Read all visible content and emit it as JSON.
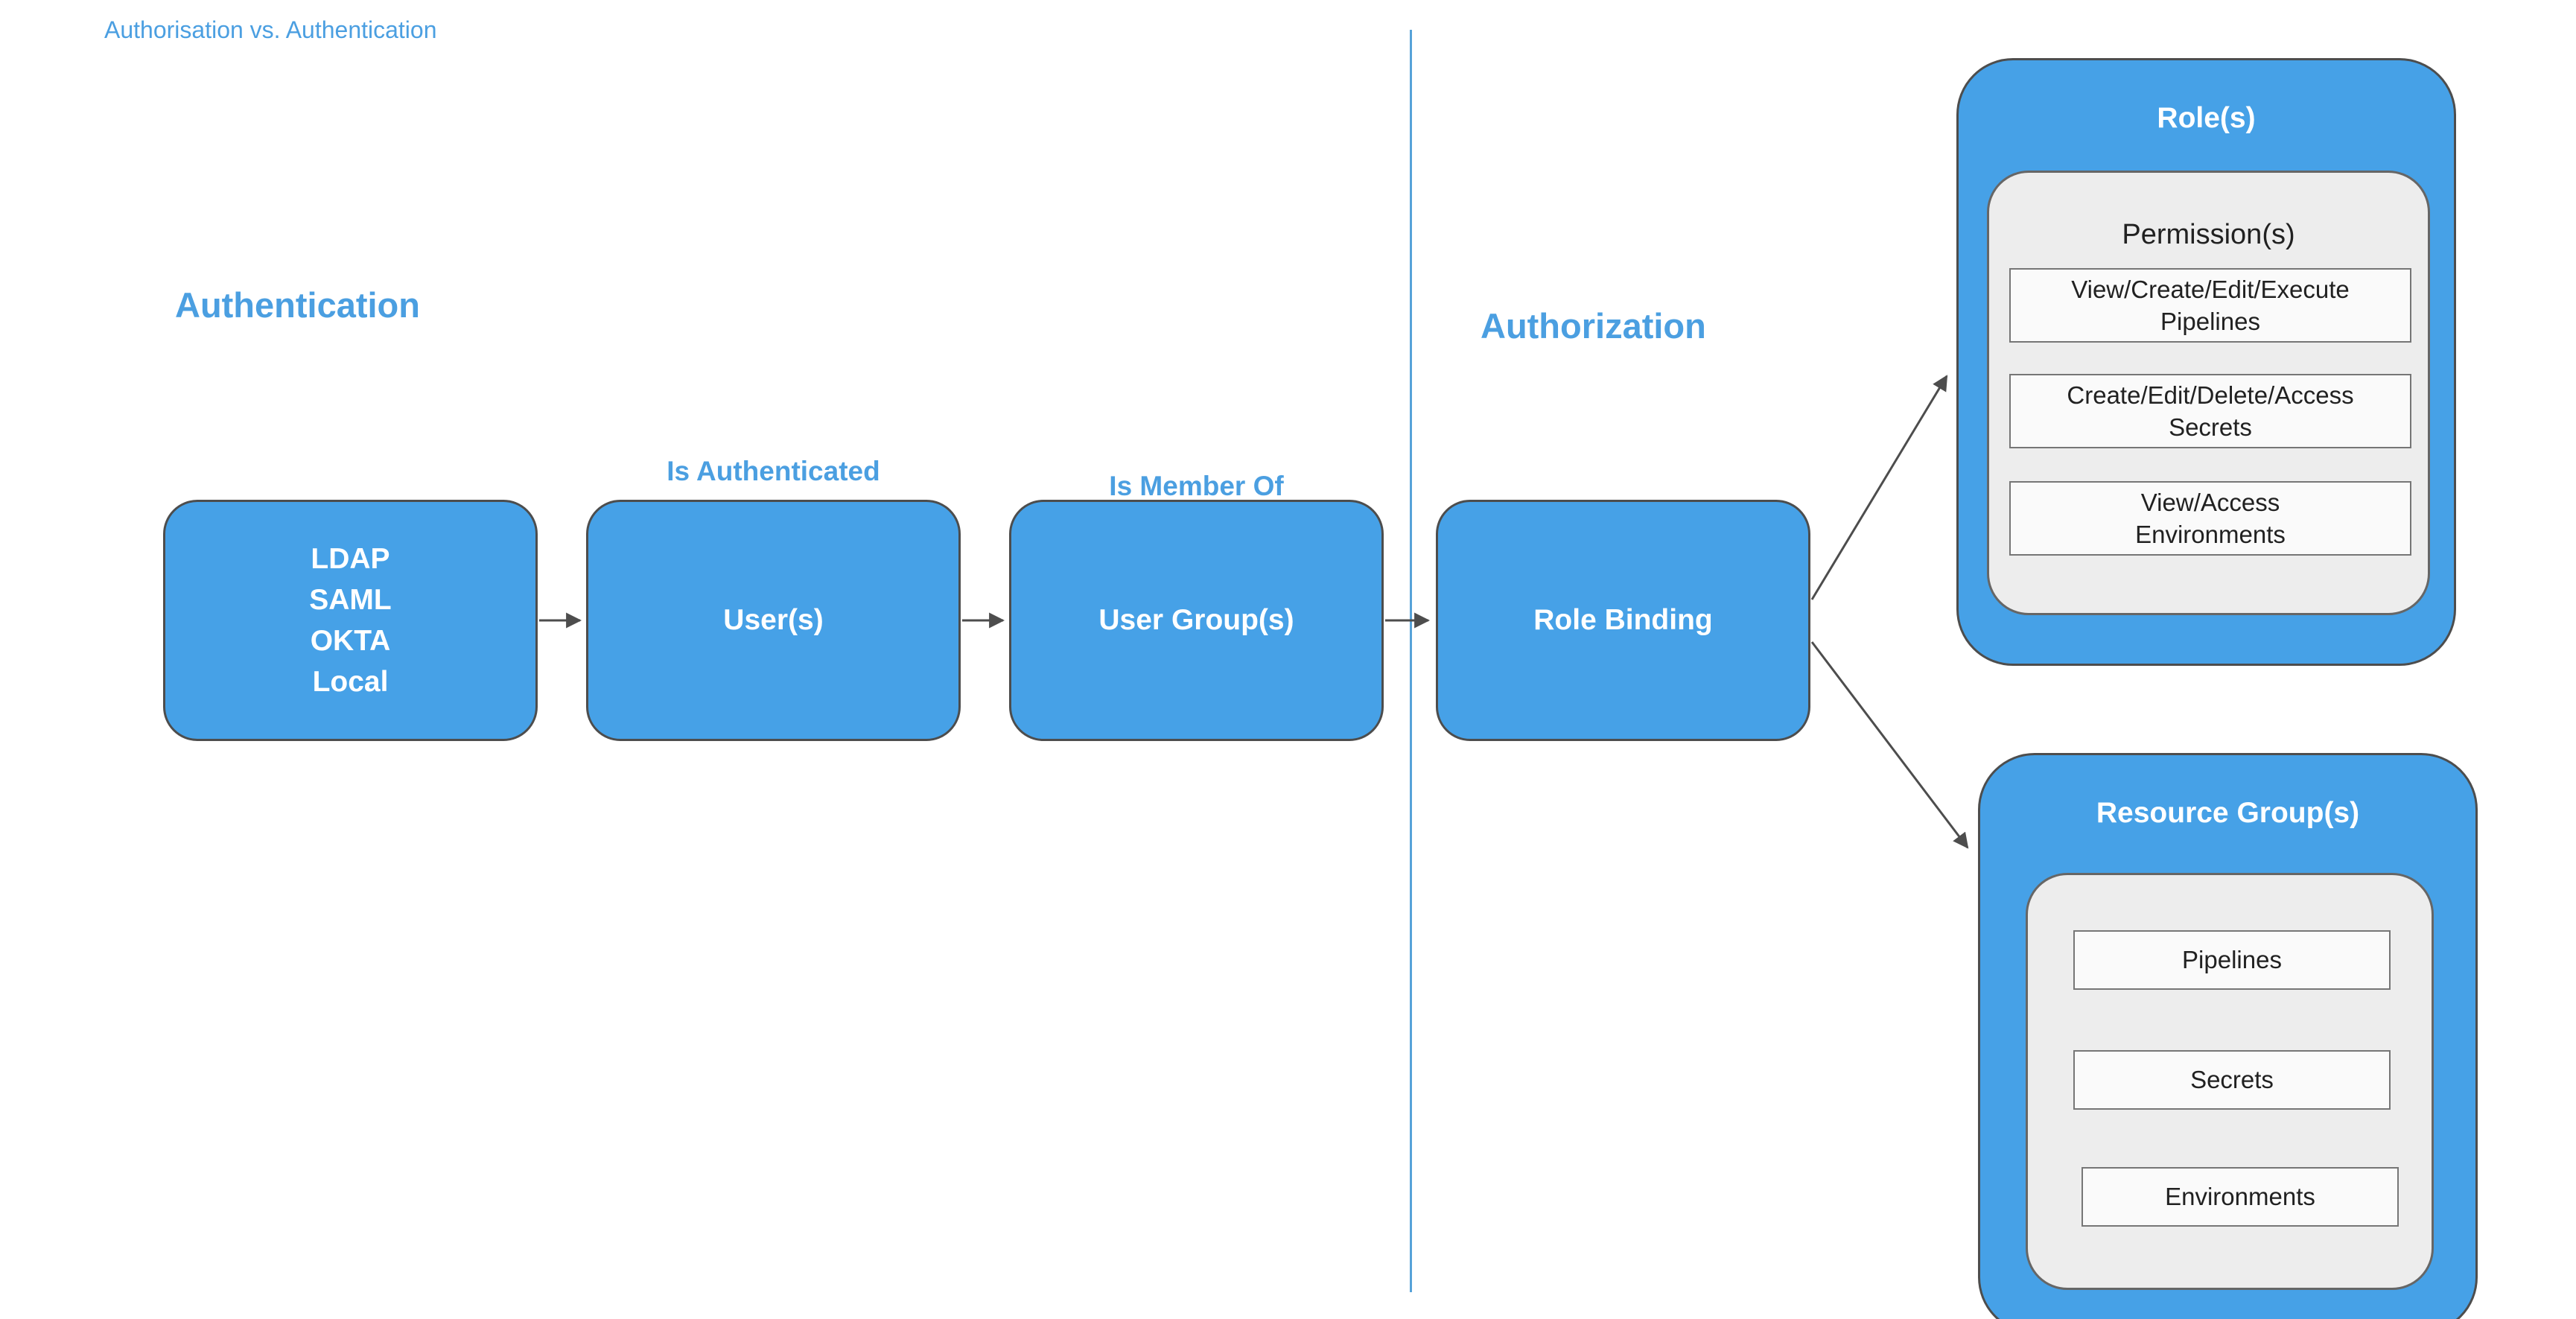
{
  "page": {
    "title": "Authorisation vs. Authentication"
  },
  "sections": {
    "authentication": {
      "label": "Authentication"
    },
    "authorization": {
      "label": "Authorization"
    }
  },
  "flow": {
    "identity_providers": {
      "lines": [
        "LDAP",
        "SAML",
        "OKTA",
        "Local"
      ]
    },
    "users": {
      "label": "User(s)",
      "edge_label": "Is Authenticated"
    },
    "user_groups": {
      "label": "User Group(s)",
      "edge_label": "Is Member Of"
    },
    "role_binding": {
      "label": "Role Binding"
    }
  },
  "roles": {
    "title": "Role(s)",
    "permissions": {
      "title": "Permission(s)",
      "items": [
        {
          "line1": "View/Create/Edit/Execute",
          "line2": "Pipelines"
        },
        {
          "line1": "Create/Edit/Delete/Access",
          "line2": "Secrets"
        },
        {
          "line1": "View/Access",
          "line2": "Environments"
        }
      ]
    }
  },
  "resource_groups": {
    "title": "Resource Group(s)",
    "items": [
      "Pipelines",
      "Secrets",
      "Environments"
    ]
  },
  "colors": {
    "node_blue": "#46a1e7",
    "heading_blue": "#4b9fe1",
    "divider_blue": "#56a2d9",
    "outline_gray": "#4d4d4d",
    "panel_gray": "#ededed",
    "panel_outline": "#666666",
    "item_bg": "#fafafa",
    "item_outline": "#767676",
    "text_dark": "#212121",
    "text_white": "#ffffff"
  }
}
